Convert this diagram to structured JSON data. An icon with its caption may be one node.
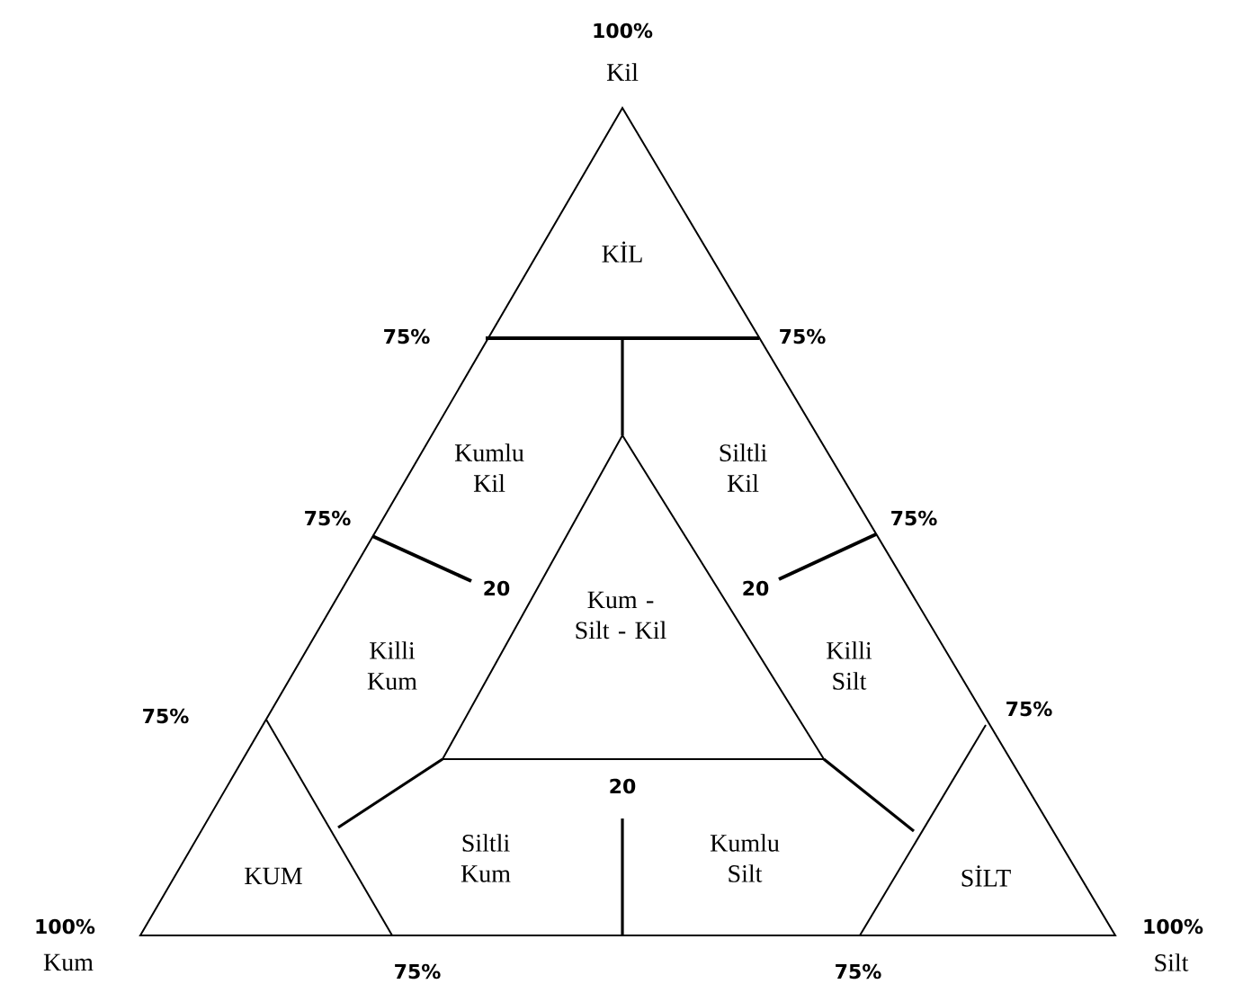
{
  "diagram": {
    "labels": [
      "100%",
      "Kil",
      "KİL",
      "75%",
      "75%",
      "Kumlu Kil",
      "Siltli Kil",
      "75%",
      "75%",
      "20",
      "Kum - Silt - Kil",
      "20",
      "Killi Kum",
      "Killi Silt",
      "75%",
      "75%",
      "20",
      "KUM",
      "Siltli Kum",
      "Kumlu Silt",
      "SİLT",
      "100%",
      "Kum",
      "100%",
      "Silt",
      "75%",
      "75%"
    ]
  }
}
